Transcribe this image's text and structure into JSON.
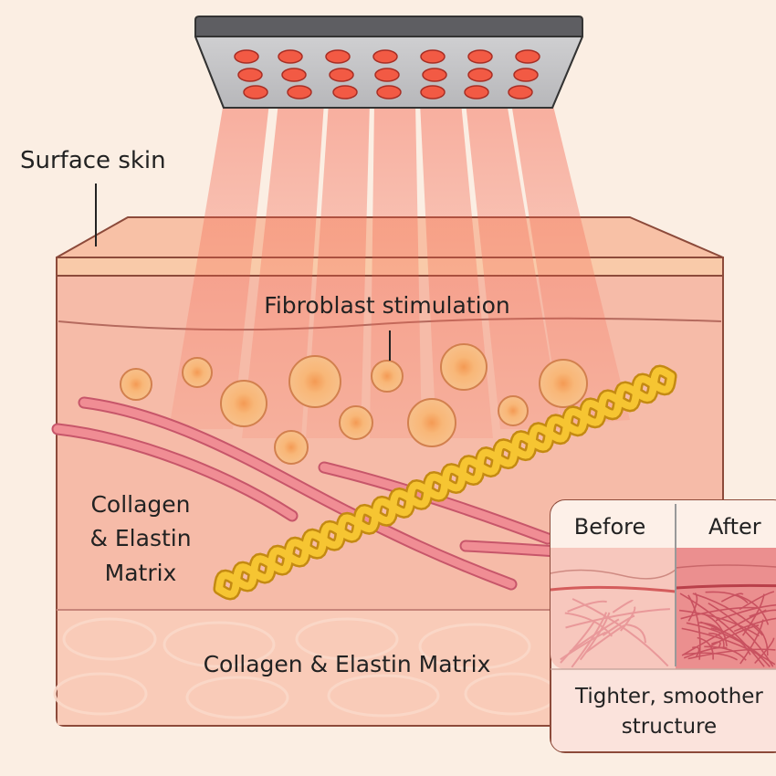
{
  "labels": {
    "surface_skin": "Surface skin",
    "fibroblast": "Fibroblast stimulation",
    "matrix_line1": "Collagen",
    "matrix_line2": "& Elastin",
    "matrix_line3": "Matrix",
    "bottom_layer": "Collagen & Elastin Matrix"
  },
  "inset": {
    "before": "Before",
    "after": "After",
    "caption_line1": "Tighter, smoother",
    "caption_line2": "structure"
  },
  "colors": {
    "background": "#fbeee3",
    "light_red": "#f25a44",
    "skin": "#f6c2ae",
    "collagen_yellow": "#f5c02f",
    "elastin_pink": "#e77f86",
    "fibroblast_orange": "#f5a15b"
  },
  "icons": [
    "red-light-panel-icon"
  ]
}
